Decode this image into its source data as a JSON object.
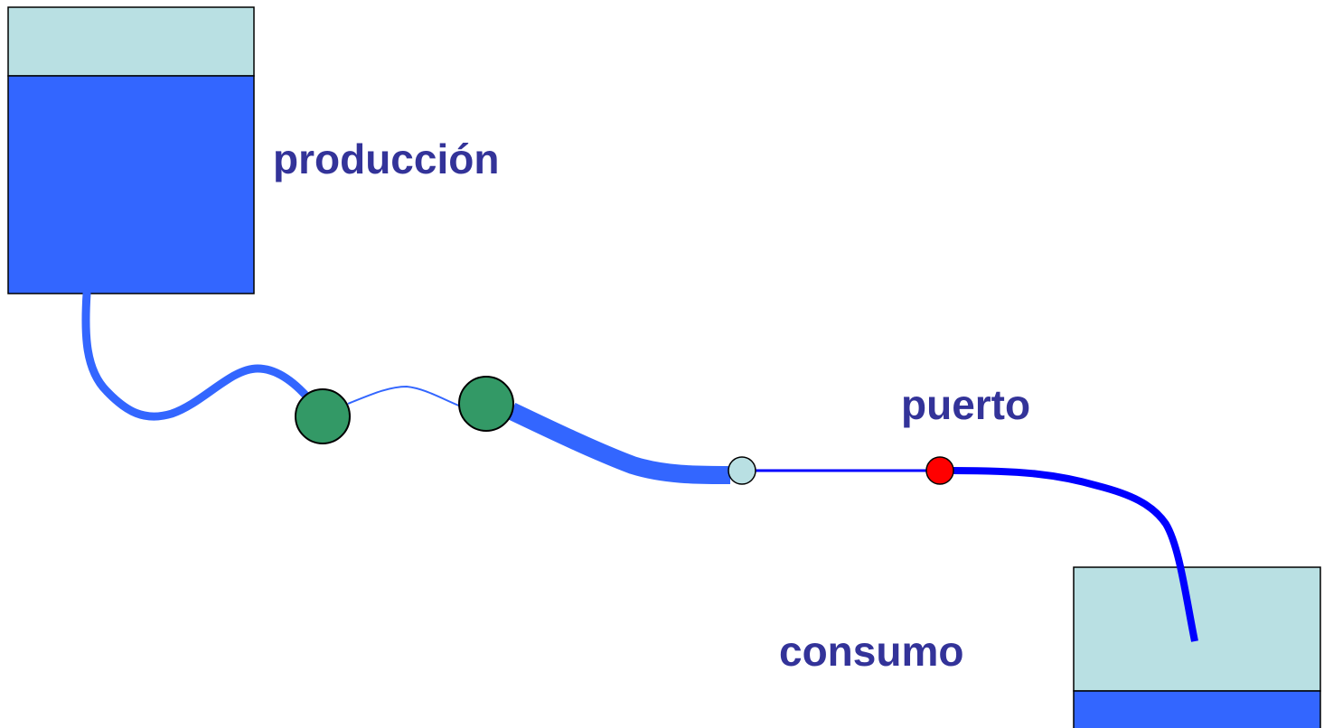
{
  "labels": {
    "production": "producción",
    "port": "puerto",
    "consumption": "consumo"
  },
  "colors": {
    "label_text": "#333399",
    "tank_liquid": "#3366ff",
    "tank_empty": "#b9e0e3",
    "outline": "#000000",
    "pipe": "#3366ff",
    "final_pipe": "#0000ff",
    "green_node": "#339966",
    "light_node": "#b9e0e3",
    "port_node": "#ff0000"
  }
}
